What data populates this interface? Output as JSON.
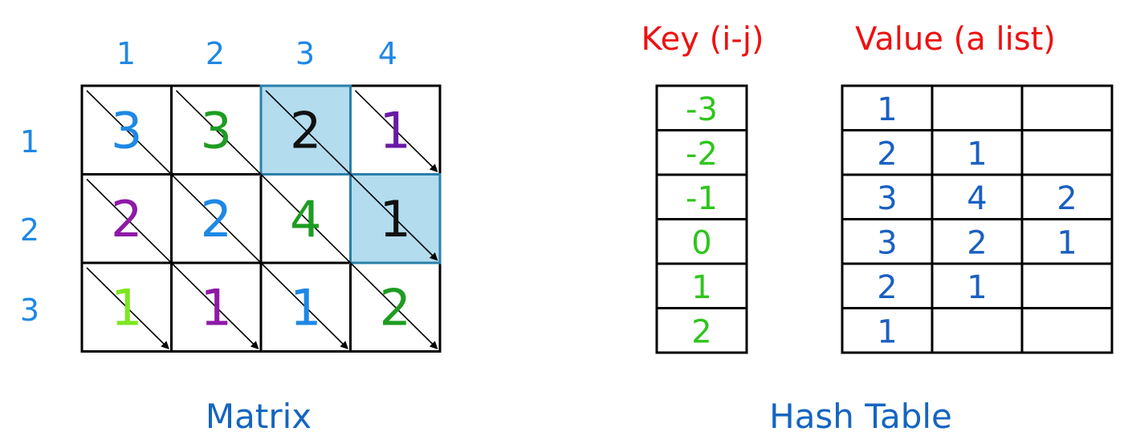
{
  "colors": {
    "label_blue": "#1e88e5",
    "key_green": "#2ec51c",
    "value_blue": "#1a5fc2",
    "title_red": "#ee1111",
    "caption_blue": "#1565c0",
    "highlight": "#b3dcef",
    "highlight_border": "#2a7fa8",
    "purple": "#8e1aa6",
    "dark_green": "#1e9c22",
    "light_green": "#7ee621",
    "black": "#111111"
  },
  "matrix": {
    "caption": "Matrix",
    "column_labels": [
      "1",
      "2",
      "3",
      "4"
    ],
    "row_labels": [
      "1",
      "2",
      "3"
    ],
    "rows": [
      [
        {
          "value": "3",
          "color": "#1e88e5",
          "highlight": false
        },
        {
          "value": "3",
          "color": "#1e9c22",
          "highlight": false
        },
        {
          "value": "2",
          "color": "#111111",
          "highlight": true
        },
        {
          "value": "1",
          "color": "#6a1aa6",
          "highlight": false
        }
      ],
      [
        {
          "value": "2",
          "color": "#8e1aa6",
          "highlight": false
        },
        {
          "value": "2",
          "color": "#1e88e5",
          "highlight": false
        },
        {
          "value": "4",
          "color": "#1e9c22",
          "highlight": false
        },
        {
          "value": "1",
          "color": "#111111",
          "highlight": true
        }
      ],
      [
        {
          "value": "1",
          "color": "#7ee621",
          "highlight": false
        },
        {
          "value": "1",
          "color": "#8e1aa6",
          "highlight": false
        },
        {
          "value": "1",
          "color": "#1e88e5",
          "highlight": false
        },
        {
          "value": "2",
          "color": "#1e9c22",
          "highlight": false
        }
      ]
    ]
  },
  "hash_table": {
    "caption": "Hash Table",
    "key_title": "Key (i-j)",
    "value_title": "Value (a list)",
    "keys": [
      "-3",
      "-2",
      "-1",
      "0",
      "1",
      "2"
    ],
    "values": [
      [
        "1",
        "",
        ""
      ],
      [
        "2",
        "1",
        ""
      ],
      [
        "3",
        "4",
        "2"
      ],
      [
        "3",
        "2",
        "1"
      ],
      [
        "2",
        "1",
        ""
      ],
      [
        "1",
        "",
        ""
      ]
    ]
  }
}
